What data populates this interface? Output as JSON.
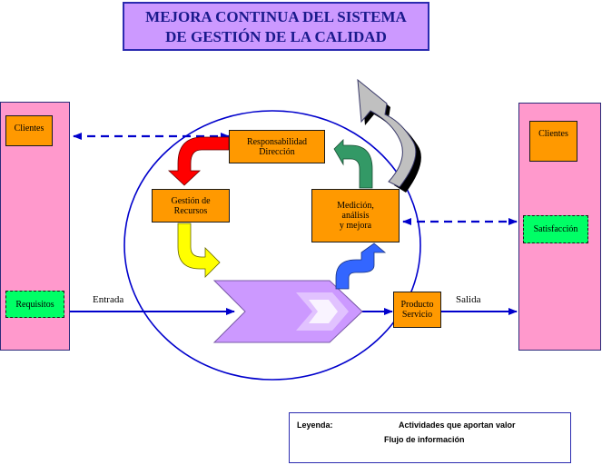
{
  "title": {
    "line1": "MEJORA CONTINUA DEL SISTEMA",
    "line2": "DE GESTIÓN DE LA CALIDAD"
  },
  "left": {
    "clientes": "Clientes",
    "requisitos": "Requisitos"
  },
  "right": {
    "clientes": "Clientes",
    "satisfaccion": "Satisfacción"
  },
  "process": {
    "responsabilidad": {
      "line1": "Responsabilidad",
      "line2": "Dirección"
    },
    "gestion": {
      "line1": "Gestión de",
      "line2": "Recursos"
    },
    "medicion": {
      "line1": "Medición,",
      "line2": "análisis",
      "line3": "y mejora"
    },
    "producto": {
      "line1": "Producto",
      "line2": "Servicio"
    }
  },
  "flow": {
    "entrada": "Entrada",
    "salida": "Salida"
  },
  "legend": {
    "title": "Leyenda:",
    "actividades": "Actividades que aportan valor",
    "flujo": "Flujo de información"
  },
  "colors": {
    "red": "#ff0000",
    "green": "#339966",
    "yellow": "#ffff00",
    "blue": "#3366ff",
    "grey": "#c0c0c0",
    "purple": "#cc99ff",
    "line": "#0000cc"
  }
}
